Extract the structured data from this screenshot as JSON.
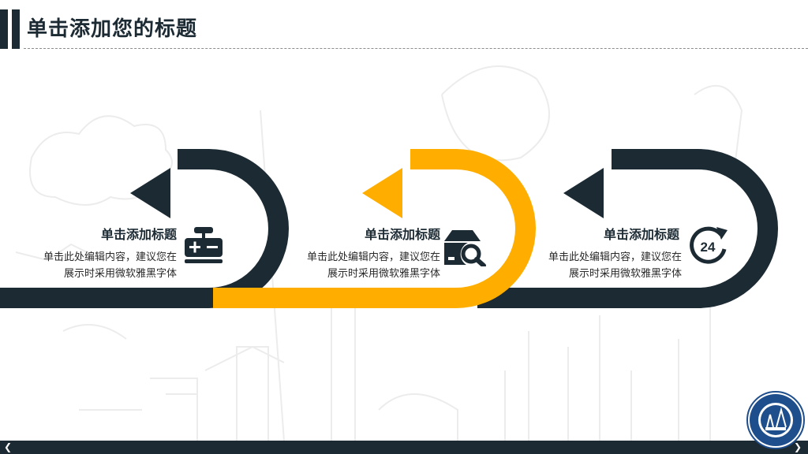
{
  "header": {
    "title": "单击添加您的标题"
  },
  "steps": [
    {
      "heading": "单击添加标题",
      "desc_line1": "单击此处编辑内容，建议您在",
      "desc_line2": "展示时采用微软雅黑字体",
      "icon": "scale-icon",
      "color": "#1c2a33"
    },
    {
      "heading": "单击添加标题",
      "desc_line1": "单击此处编辑内容，建议您在",
      "desc_line2": "展示时采用微软雅黑字体",
      "icon": "box-search-icon",
      "color": "#ffae00"
    },
    {
      "heading": "单击添加标题",
      "desc_line1": "单击此处编辑内容，建议您在",
      "desc_line2": "展示时采用微软雅黑字体",
      "icon": "24-hour-icon",
      "icon_text": "24",
      "color": "#1c2a33"
    }
  ],
  "footer": {
    "prev_glyph": "❮",
    "next_glyph": "❯"
  },
  "colors": {
    "dark": "#1c2a33",
    "accent": "#ffae00"
  }
}
